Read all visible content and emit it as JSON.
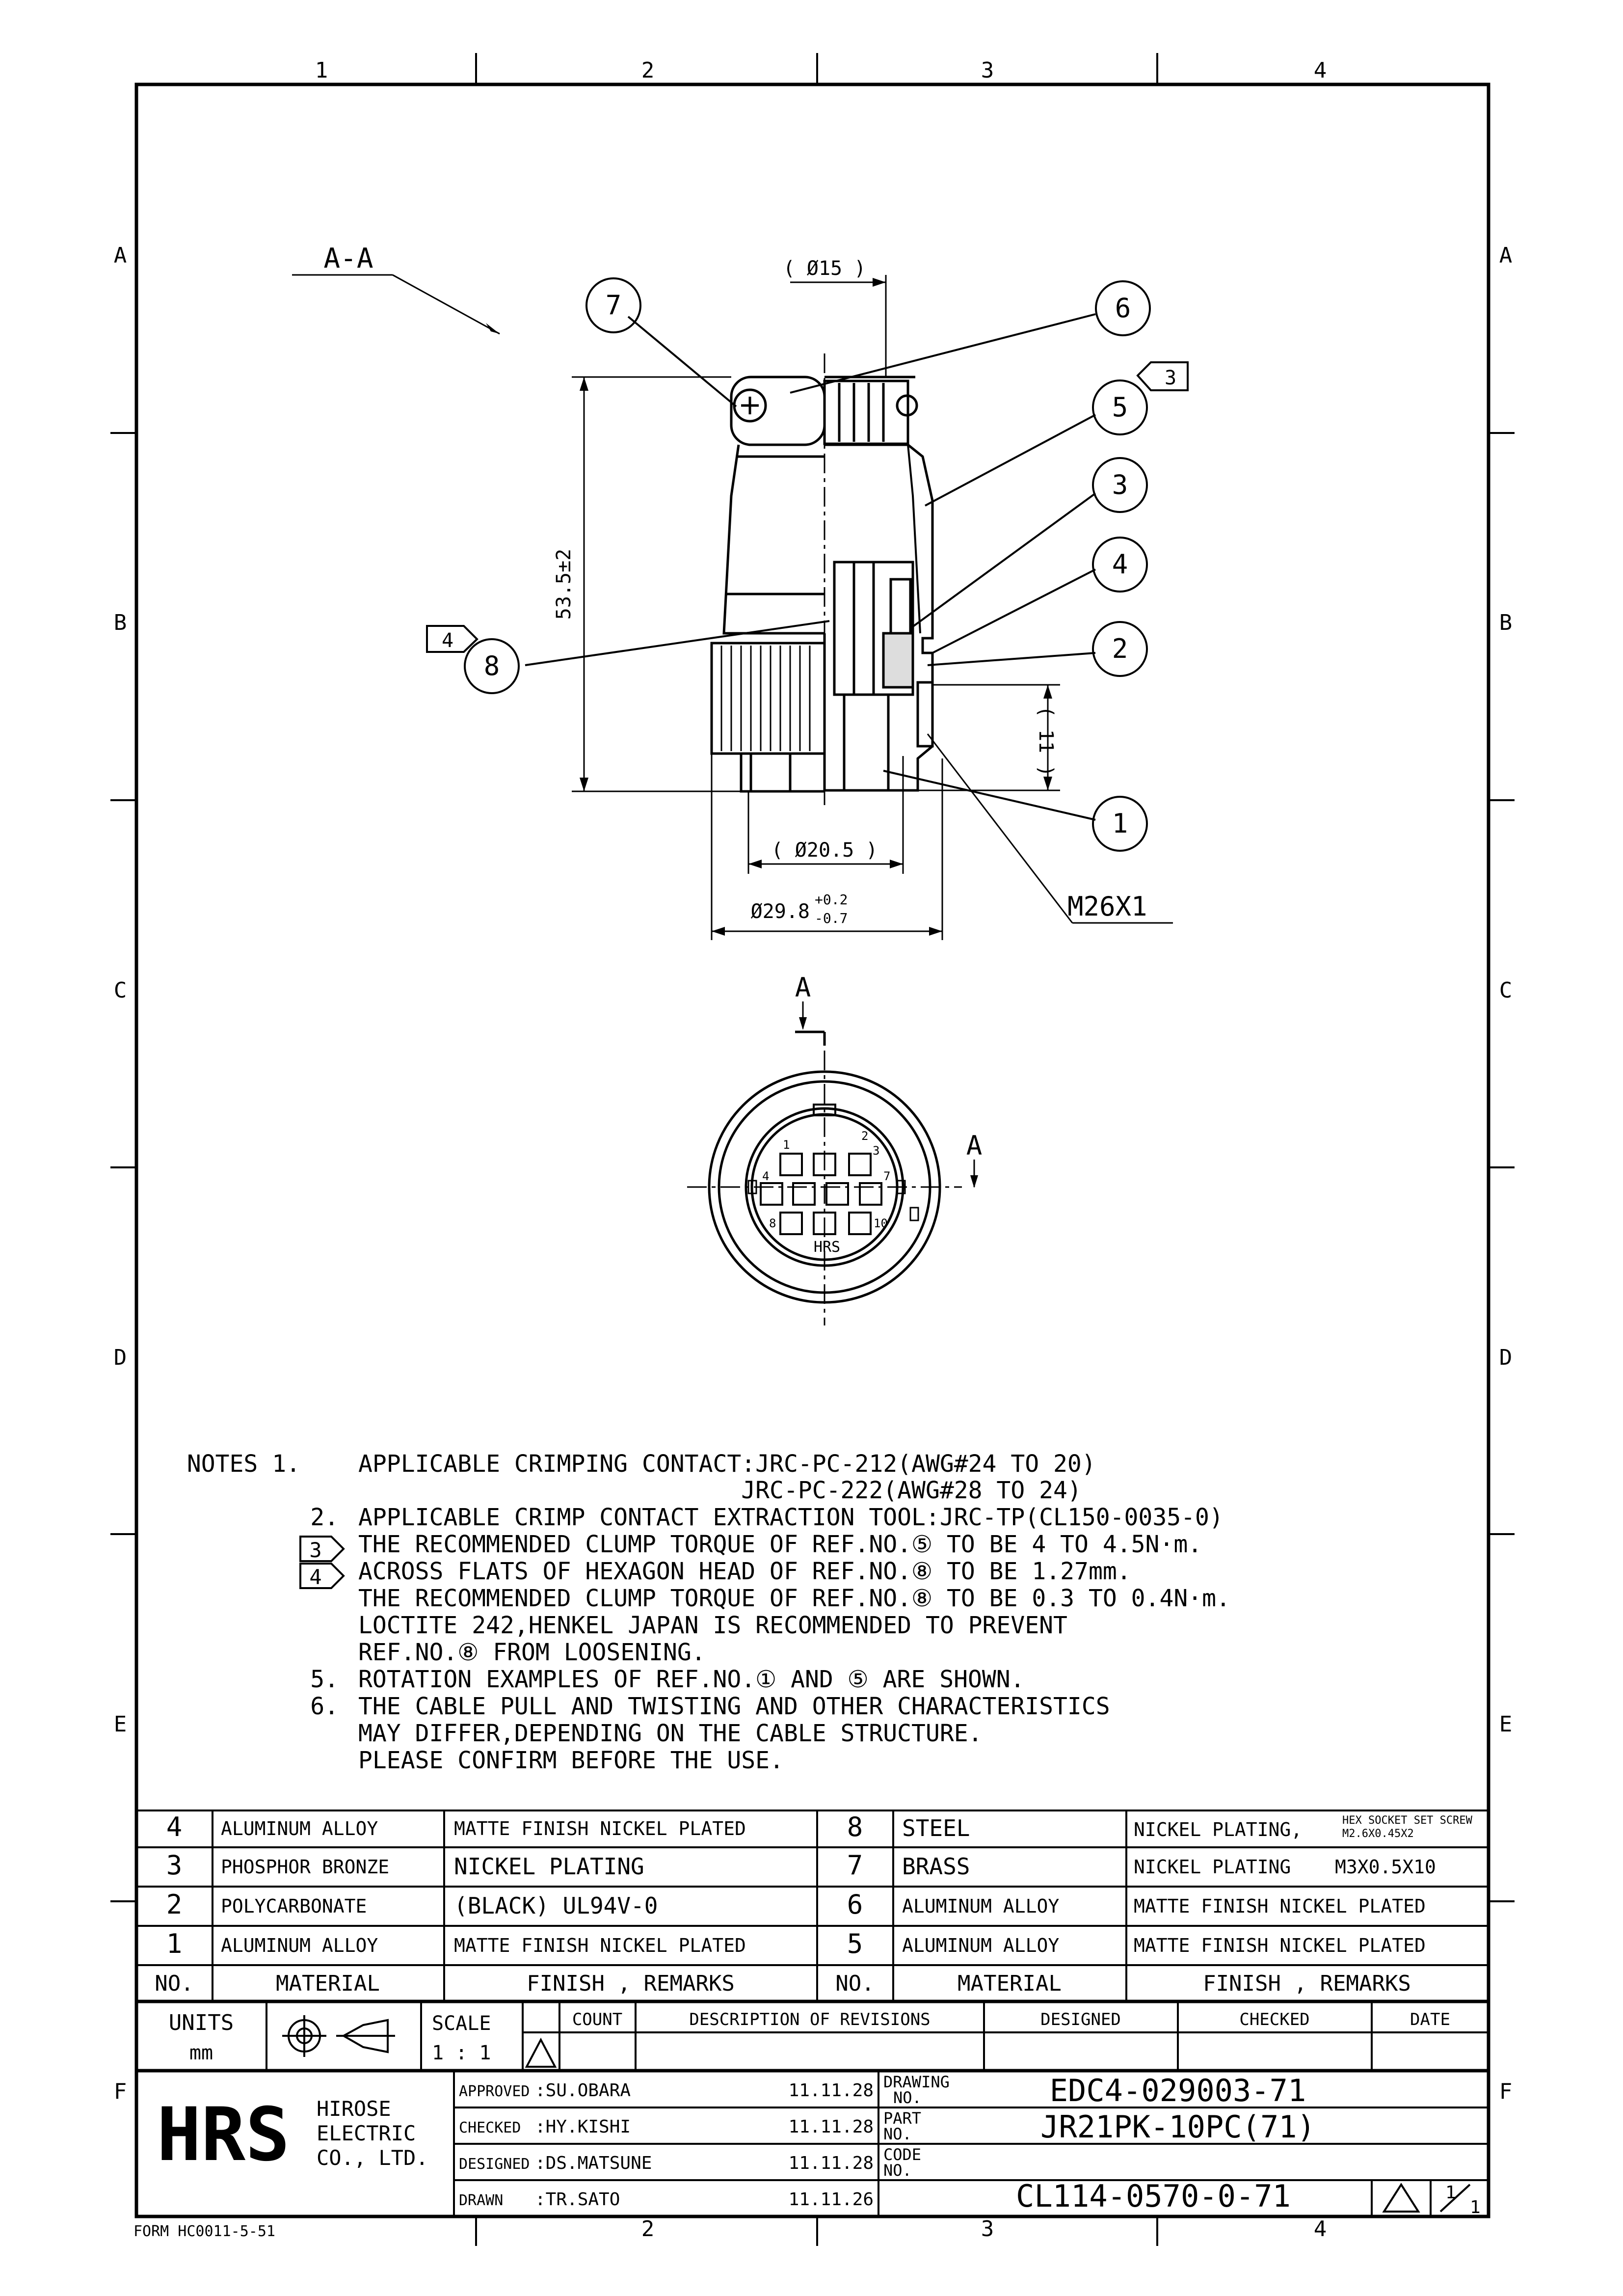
{
  "frame": {
    "columns": [
      "1",
      "2",
      "3",
      "4"
    ],
    "rows": [
      "A",
      "B",
      "C",
      "D",
      "E",
      "F"
    ],
    "form_no": "FORM HC0011-5-51"
  },
  "drawing": {
    "section_label": "A-A",
    "dim_diameter_15": "( Ø15 )",
    "dim_length": "53.5±2",
    "dim_11": "( 11 )",
    "dim_diameter_20_5": "( Ø20.5 )",
    "dim_diameter_29_8": "Ø29.8",
    "tol_plus": "+0.2",
    "tol_minus": "-0.7",
    "thread": "M26X1",
    "cut_mark": "A",
    "flag_note_3": "3",
    "flag_note_4": "4",
    "logo_on_face": "HRS",
    "balloons": [
      "1",
      "2",
      "3",
      "4",
      "5",
      "6",
      "7",
      "8"
    ],
    "pin_numbers": [
      "1",
      "2",
      "3",
      "4",
      "7",
      "8",
      "10"
    ]
  },
  "notes": [
    {
      "num": "NOTES 1.",
      "flag": "",
      "lines": [
        "APPLICABLE CRIMPING CONTACT:JRC-PC-212(AWG#24 TO 20)",
        "                           JRC-PC-222(AWG#28 TO 24)"
      ]
    },
    {
      "num": "2.",
      "flag": "",
      "lines": [
        "APPLICABLE CRIMP CONTACT EXTRACTION TOOL:JRC-TP(CL150-0035-0)"
      ]
    },
    {
      "num": "",
      "flag": "3",
      "lines": [
        "THE RECOMMENDED CLUMP TORQUE OF REF.NO.⑤ TO BE 4 TO 4.5N·m."
      ]
    },
    {
      "num": "",
      "flag": "4",
      "lines": [
        "ACROSS FLATS OF HEXAGON HEAD OF REF.NO.⑧ TO BE 1.27mm.",
        "THE RECOMMENDED CLUMP TORQUE OF REF.NO.⑧ TO BE 0.3 TO 0.4N·m.",
        "LOCTITE 242,HENKEL JAPAN IS RECOMMENDED TO PREVENT",
        "REF.NO.⑧ FROM LOOSENING."
      ]
    },
    {
      "num": "5.",
      "flag": "",
      "lines": [
        "ROTATION EXAMPLES OF REF.NO.① AND ⑤ ARE SHOWN."
      ]
    },
    {
      "num": "6.",
      "flag": "",
      "lines": [
        "THE CABLE PULL AND TWISTING AND OTHER CHARACTERISTICS",
        "MAY DIFFER,DEPENDING ON THE CABLE STRUCTURE.",
        "PLEASE CONFIRM BEFORE THE USE."
      ]
    }
  ],
  "parts": {
    "header": {
      "no": "NO.",
      "material": "MATERIAL",
      "finish": "FINISH , REMARKS"
    },
    "left": [
      {
        "no": "4",
        "material": "ALUMINUM ALLOY",
        "finish": "MATTE FINISH NICKEL PLATED"
      },
      {
        "no": "3",
        "material": "PHOSPHOR BRONZE",
        "finish": "NICKEL PLATING"
      },
      {
        "no": "2",
        "material": "POLYCARBONATE",
        "finish": "(BLACK) UL94V-0"
      },
      {
        "no": "1",
        "material": "ALUMINUM ALLOY",
        "finish": "MATTE FINISH NICKEL PLATED"
      }
    ],
    "right": [
      {
        "no": "8",
        "material": "STEEL",
        "finish": "NICKEL PLATING,",
        "remark": "HEX SOCKET SET SCREW",
        "remark2": "M2.6X0.45X2"
      },
      {
        "no": "7",
        "material": "BRASS",
        "finish": "NICKEL PLATING",
        "remark": "M3X0.5X10",
        "remark2": ""
      },
      {
        "no": "6",
        "material": "ALUMINUM ALLOY",
        "finish": "MATTE FINISH NICKEL PLATED",
        "remark": "",
        "remark2": ""
      },
      {
        "no": "5",
        "material": "ALUMINUM ALLOY",
        "finish": "MATTE FINISH NICKEL PLATED",
        "remark": "",
        "remark2": ""
      }
    ]
  },
  "title_block": {
    "units_label": "UNITS",
    "units": "mm",
    "scale_label": "SCALE",
    "scale": "1 : 1",
    "revision_headers": {
      "count": "COUNT",
      "desc": "DESCRIPTION OF REVISIONS",
      "designed": "DESIGNED",
      "checked": "CHECKED",
      "date": "DATE"
    },
    "company": [
      "HIROSE",
      "ELECTRIC",
      "CO., LTD."
    ],
    "logo": "HRS",
    "approvals": [
      {
        "role": "APPROVED",
        "name": ":SU.OBARA",
        "date": "11.11.28"
      },
      {
        "role": "CHECKED",
        "name": ":HY.KISHI",
        "date": "11.11.28"
      },
      {
        "role": "DESIGNED",
        "name": ":DS.MATSUNE",
        "date": "11.11.28"
      },
      {
        "role": "DRAWN",
        "name": ":TR.SATO",
        "date": "11.11.26"
      }
    ],
    "drawing_no_label": [
      "DRAWING",
      "NO."
    ],
    "drawing_no": "EDC4-029003-71",
    "part_no_label": [
      "PART",
      "NO."
    ],
    "part_no": "JR21PK-10PC(71)",
    "code_no_label": [
      "CODE",
      "NO."
    ],
    "code_no": "CL114-0570-0-71",
    "sheet_num": "1",
    "sheet_den": "1"
  }
}
